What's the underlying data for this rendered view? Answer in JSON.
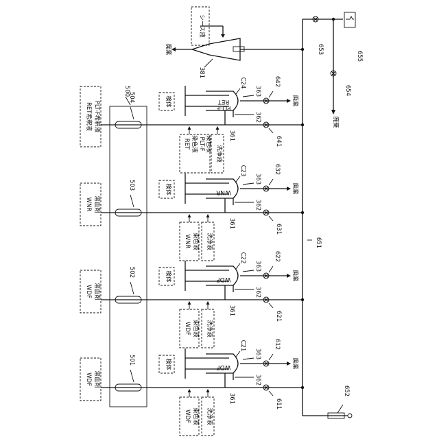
{
  "reagents": [
    {
      "l1": "WDF",
      "l2": "溶血剤"
    },
    {
      "l1": "WDF",
      "l2": "溶血剤"
    },
    {
      "l1": "WNR",
      "l2": "溶血剤"
    },
    {
      "l1": "RET希釈液",
      "l2": "PLT-F希釈液"
    }
  ],
  "unit_label": "500",
  "pump_labels": [
    "501",
    "502",
    "503",
    "504"
  ],
  "sample_label": "検体",
  "wash_label": "洗浄液",
  "stain_labels": [
    [
      "WDF",
      "染色液"
    ],
    [
      "WDF",
      "染色液"
    ],
    [
      "WNR",
      "染色液"
    ],
    [
      "RET",
      "染色液",
      "PLT-F",
      "染色液"
    ]
  ],
  "chamber_labels": [
    "C21",
    "C22",
    "C23",
    "C24"
  ],
  "chamber_text": [
    "WDF",
    "WDF",
    "WNR",
    "RET\nPLT-F"
  ],
  "port_labels": {
    "inlet": "361",
    "mid": "362",
    "outlet": "363"
  },
  "upper_valves": [
    "612",
    "622",
    "632",
    "642"
  ],
  "lower_valves": [
    "611",
    "621",
    "631",
    "641"
  ],
  "waste_label": "廃棄",
  "sheath_label": "シース液",
  "flow_cell_label": "381",
  "main_line_label": "651",
  "valve_653": "653",
  "valve_654": "654",
  "tank_655": "655",
  "supply_652": "652"
}
